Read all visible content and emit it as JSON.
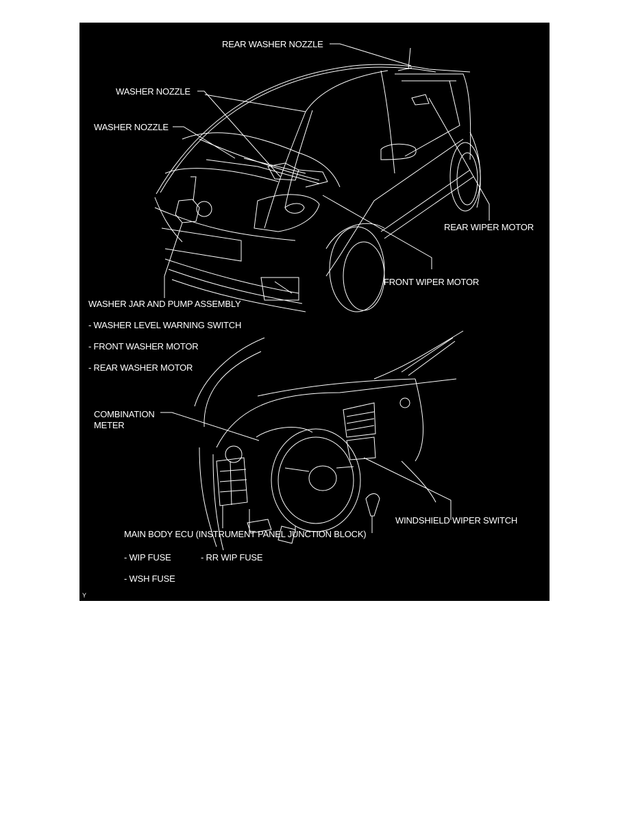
{
  "diagram": {
    "background_color": "#000000",
    "line_color": "#ffffff",
    "page_background": "#ffffff",
    "figure_code": "Y",
    "exterior_view": {
      "labels": {
        "rear_washer_nozzle": "REAR WASHER NOZZLE",
        "washer_nozzle_1": "WASHER NOZZLE",
        "washer_nozzle_2": "WASHER NOZZLE",
        "rear_wiper_motor": "REAR WIPER MOTOR",
        "front_wiper_motor": "FRONT WIPER MOTOR",
        "washer_jar_assembly": "WASHER JAR AND PUMP ASSEMBLY",
        "sub_items": [
          "- WASHER LEVEL WARNING SWITCH",
          "- FRONT WASHER MOTOR",
          "- REAR WASHER MOTOR"
        ]
      }
    },
    "interior_view": {
      "labels": {
        "combination_meter_line1": "COMBINATION",
        "combination_meter_line2": "METER",
        "windshield_wiper_switch": "WINDSHIELD WIPER SWITCH",
        "main_body_ecu": "MAIN BODY ECU (INSTRUMENT PANEL JUNCTION BLOCK)",
        "fuses": [
          "- WIP FUSE",
          "- RR WIP FUSE",
          "- WSH FUSE"
        ]
      }
    }
  }
}
